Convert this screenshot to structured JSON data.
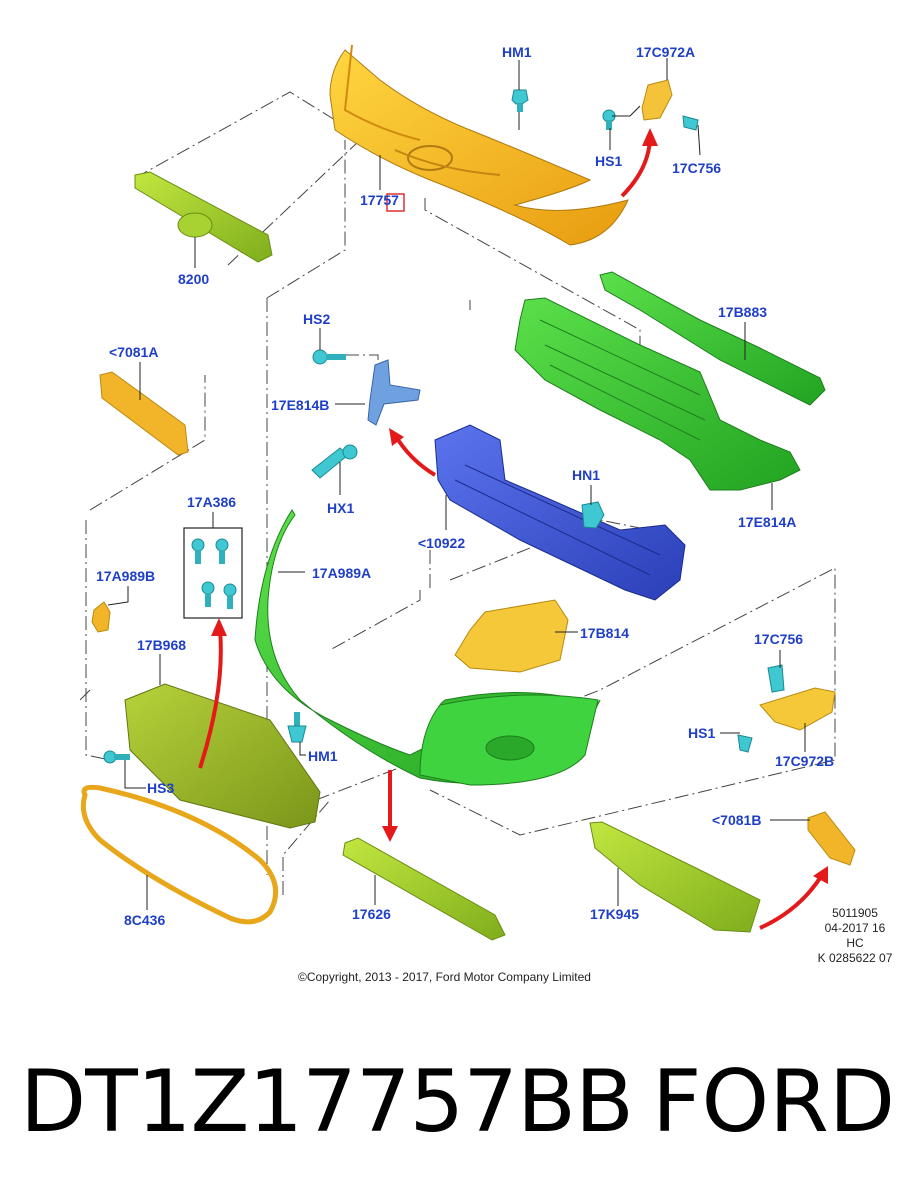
{
  "labels": {
    "hm1_top": "HM1",
    "c972a": "17C972A",
    "hs1_top": "HS1",
    "c756_top": "17C756",
    "p17757": "17757",
    "p8200": "8200",
    "hs2": "HS2",
    "b883": "17B883",
    "a7081": "<7081A",
    "e814b": "17E814B",
    "hx1": "HX1",
    "hn1": "HN1",
    "e814a": "17E814A",
    "a386": "17A386",
    "p10922": "<10922",
    "a989a": "17A989A",
    "a989b": "17A989B",
    "b968": "17B968",
    "b814": "17B814",
    "c756_right": "17C756",
    "hs1_right": "HS1",
    "hm1_bottom": "HM1",
    "c972b": "17C972B",
    "hs3": "HS3",
    "b7081": "<7081B",
    "c436": "8C436",
    "p17626": "17626",
    "k945": "17K945"
  },
  "copyright": "©Copyright, 2013 - 2017, Ford Motor Company Limited",
  "stamp": [
    "5011905",
    "04-2017 16",
    "HC",
    "K 0285622 07"
  ],
  "part_number": "DT1Z17757BB",
  "brand": "FORD",
  "colors": {
    "label_blue": "#1f3fc9",
    "cover_yellow": "#f0b41e",
    "green": "#46c83a",
    "lime": "#9ccc2a",
    "blue_part": "#3d55d8",
    "cyan_fastener": "#3fc8d2",
    "arrow_red": "#e41a1a"
  }
}
